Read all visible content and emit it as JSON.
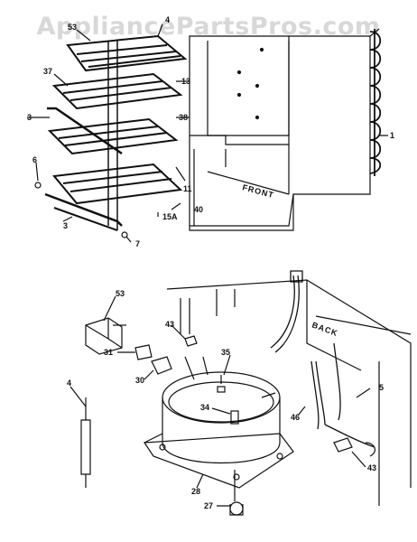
{
  "watermark": "AppliancePartsPros.com",
  "labels": {
    "front": "FRONT",
    "back": "BACK"
  },
  "callouts": {
    "p53a": "53",
    "p4a": "4",
    "p37": "37",
    "p13": "13",
    "p3a": "3",
    "p38": "38",
    "p6": "6",
    "p11": "11",
    "p40": "40",
    "p15a": "15A",
    "p3b": "3",
    "p7": "7",
    "p1": "1",
    "p53b": "53",
    "p43a": "43",
    "p35": "35",
    "p31": "31",
    "p30": "30",
    "p4b": "4",
    "p34": "34",
    "p46": "46",
    "p5": "5",
    "p28": "28",
    "p43b": "43",
    "p27": "27"
  }
}
